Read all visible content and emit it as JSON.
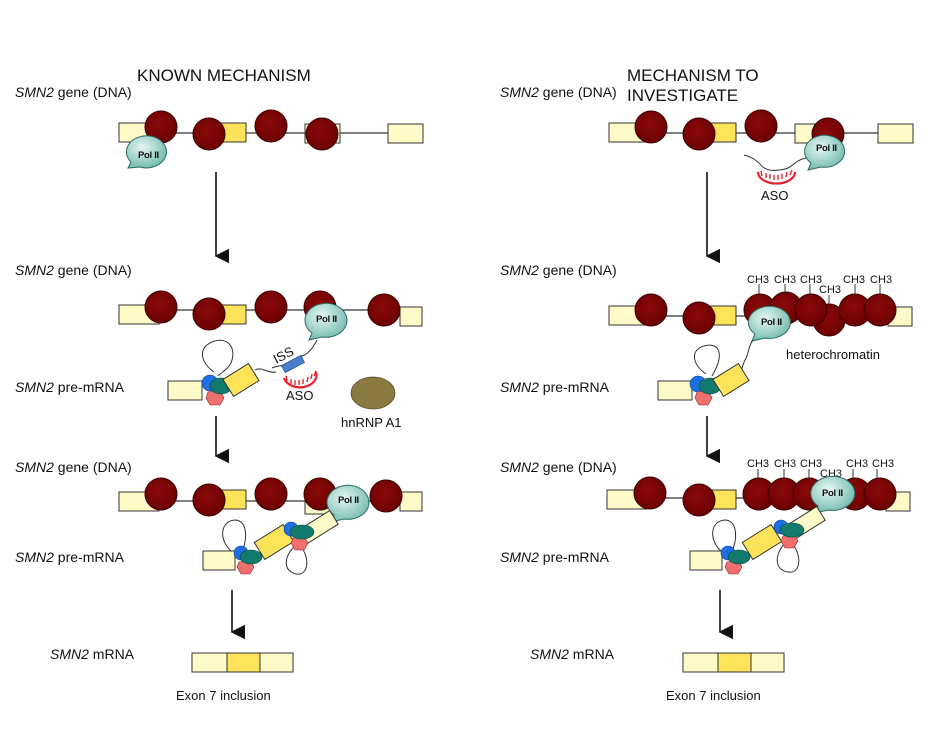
{
  "panels": {
    "left": {
      "title": "KNOWN MECHANISM",
      "row1_label": {
        "italic": "SMN2",
        "rest": " gene (DNA)"
      },
      "row2_label": {
        "italic": "SMN2",
        "rest": " gene (DNA)"
      },
      "row2_premrna_label": {
        "italic": "SMN2",
        "rest": " pre-mRNA"
      },
      "row3_label": {
        "italic": "SMN2",
        "rest": " gene (DNA)"
      },
      "row3_premrna_label": {
        "italic": "SMN2",
        "rest": " pre-mRNA"
      },
      "mrna_label": {
        "italic": "SMN2",
        "rest": " mRNA"
      },
      "outcome": "Exon 7 inclusion",
      "pol_label": "Pol II",
      "iss_label": "ISS",
      "aso_label": "ASO",
      "hnrnp_label": "hnRNP A1"
    },
    "right": {
      "title_line1": "MECHANISM TO",
      "title_line2": "INVESTIGATE",
      "row1_label": {
        "italic": "SMN2",
        "rest": " gene (DNA)"
      },
      "row2_label": {
        "italic": "SMN2",
        "rest": " gene (DNA)"
      },
      "row2_premrna_label": {
        "italic": "SMN2",
        "rest": " pre-mRNA"
      },
      "row3_label": {
        "italic": "SMN2",
        "rest": " gene (DNA)"
      },
      "row3_premrna_label": {
        "italic": "SMN2",
        "rest": " pre-mRNA"
      },
      "mrna_label": {
        "italic": "SMN2",
        "rest": " mRNA"
      },
      "outcome": "Exon 7 inclusion",
      "pol_label": "Pol II",
      "aso_label": "ASO",
      "heterochromatin_label": "heterochromatin",
      "methyl_label": "CH3"
    }
  },
  "colors": {
    "nucleosome": "#7a0000",
    "exon_pale": "#fffbc8",
    "exon7": "#fde35a",
    "pol2": "#8fcfc4",
    "aso": "#e8202a",
    "iss": "#4a7fd0",
    "hnrnp": "#8a7a42",
    "u1_blue": "#1e6ee6",
    "u2_teal": "#137a6e",
    "u_pink": "#f07070"
  }
}
